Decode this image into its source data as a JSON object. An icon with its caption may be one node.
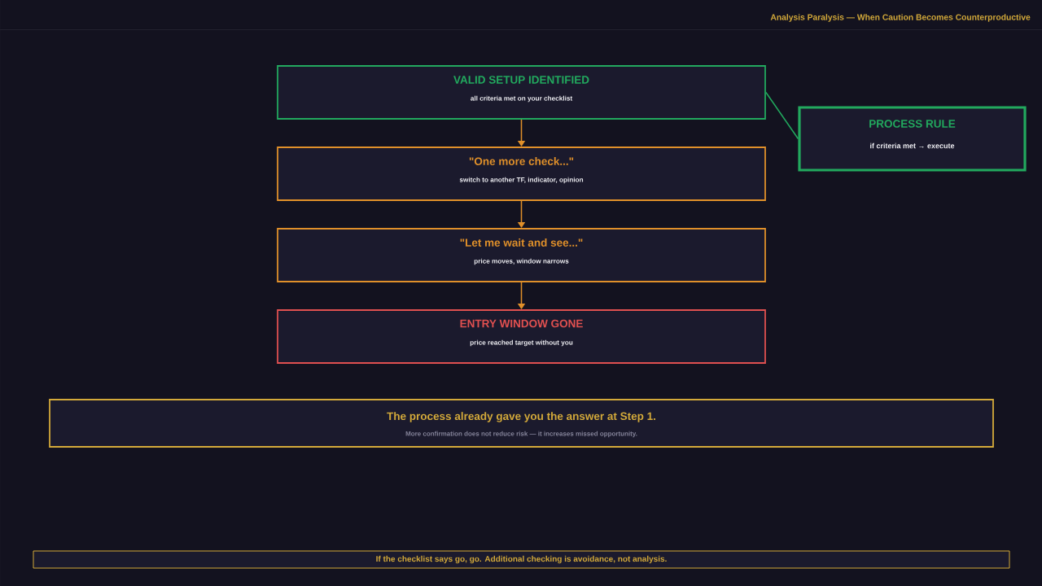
{
  "diagram": {
    "title": "Analysis Paralysis — When Caution Becomes Counterproductive",
    "nodes": [
      {
        "text": [
          "VALID SETUP IDENTIFIED",
          "all criteria met on your checklist"
        ]
      },
      {
        "text": [
          "\"One more check...\"",
          "switch to another TF, indicator, opinion"
        ]
      },
      {
        "text": [
          "\"Let me wait and see...\"",
          "price moves, window narrows"
        ]
      },
      {
        "text": [
          "ENTRY WINDOW GONE",
          "price reached target without you"
        ]
      },
      {
        "text": [
          "PROCESS RULE",
          "if criteria met → execute"
        ]
      },
      {
        "text": [
          "The process already gave you the answer at Step 1.",
          "More confirmation does not reduce risk — it increases missed opportunity."
        ]
      },
      {
        "text": [
          "If the checklist says go, go. Additional checking is avoidance, not analysis."
        ]
      }
    ],
    "edges": [
      {
        "from": 0,
        "to": 1,
        "arrow": "to"
      },
      {
        "from": 1,
        "to": 2,
        "arrow": "to"
      },
      {
        "from": 2,
        "to": 3,
        "arrow": "to"
      },
      {
        "from": 0,
        "to": 4,
        "arrow": "none",
        "color": "#22a95e"
      }
    ]
  }
}
